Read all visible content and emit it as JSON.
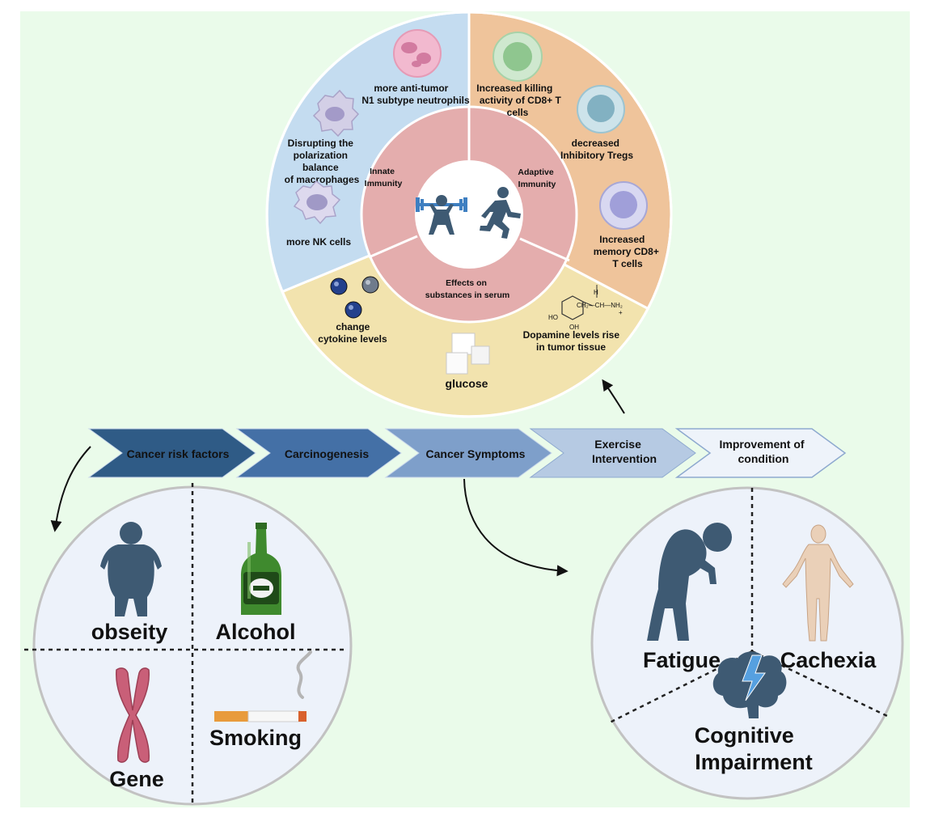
{
  "wheel": {
    "center_icons": [
      "weightlifter-icon",
      "runner-icon"
    ],
    "inner": {
      "innate": [
        "Innate",
        "Immunity"
      ],
      "adaptive": [
        "Adaptive",
        "Immunity"
      ],
      "serum": [
        "Effects on",
        "substances in serum"
      ]
    },
    "outer": {
      "neutrophils": [
        "more anti-tumor",
        "N1 subtype neutrophils"
      ],
      "macrophages": [
        "Disrupting the",
        "polarization",
        "balance",
        "of macrophages"
      ],
      "nk": [
        "more NK cells"
      ],
      "cd8_killing": [
        "Increased killing",
        "activity of CD8+ T",
        "cells"
      ],
      "tregs": [
        "decreased",
        "Inhibitory Tregs"
      ],
      "memory_cd8": [
        "Increased",
        "memory CD8+",
        "T cells"
      ],
      "cytokine": [
        "change",
        "cytokine levels"
      ],
      "glucose": [
        "glucose"
      ],
      "dopamine": [
        "Dopamine levels rise",
        "in tumor tissue"
      ],
      "dopamine_formula": {
        "ho1": "HO",
        "ho2": "OH",
        "h": "H",
        "chain": "CH₂—CH—NH₂",
        "plus": "+"
      }
    }
  },
  "chevrons": [
    {
      "lines": [
        "Cancer risk factors"
      ],
      "color": "#2f5b86"
    },
    {
      "lines": [
        "Carcinogenesis"
      ],
      "color": "#4470a6"
    },
    {
      "lines": [
        "Cancer Symptoms"
      ],
      "color": "#7e9fca"
    },
    {
      "lines": [
        "Exercise",
        "Intervention"
      ],
      "color": "#b6cae3"
    },
    {
      "lines": [
        "Improvement of",
        "condition"
      ],
      "color": "#eef3fa"
    }
  ],
  "risk_factors": {
    "obesity": "obseity",
    "alcohol": "Alcohol",
    "gene": "Gene",
    "smoking": "Smoking"
  },
  "symptoms": {
    "fatigue": "Fatigue",
    "cachexia": "Cachexia",
    "cognitive": [
      "Cognitive",
      "Impairment"
    ]
  },
  "colors": {
    "background": "#eafbea",
    "innate_sector": "#c4dcf0",
    "adaptive_sector": "#efc49b",
    "serum_sector": "#f2e3ae",
    "inner_ring": "#e4adad",
    "risk_circle": "#edf2fa"
  }
}
